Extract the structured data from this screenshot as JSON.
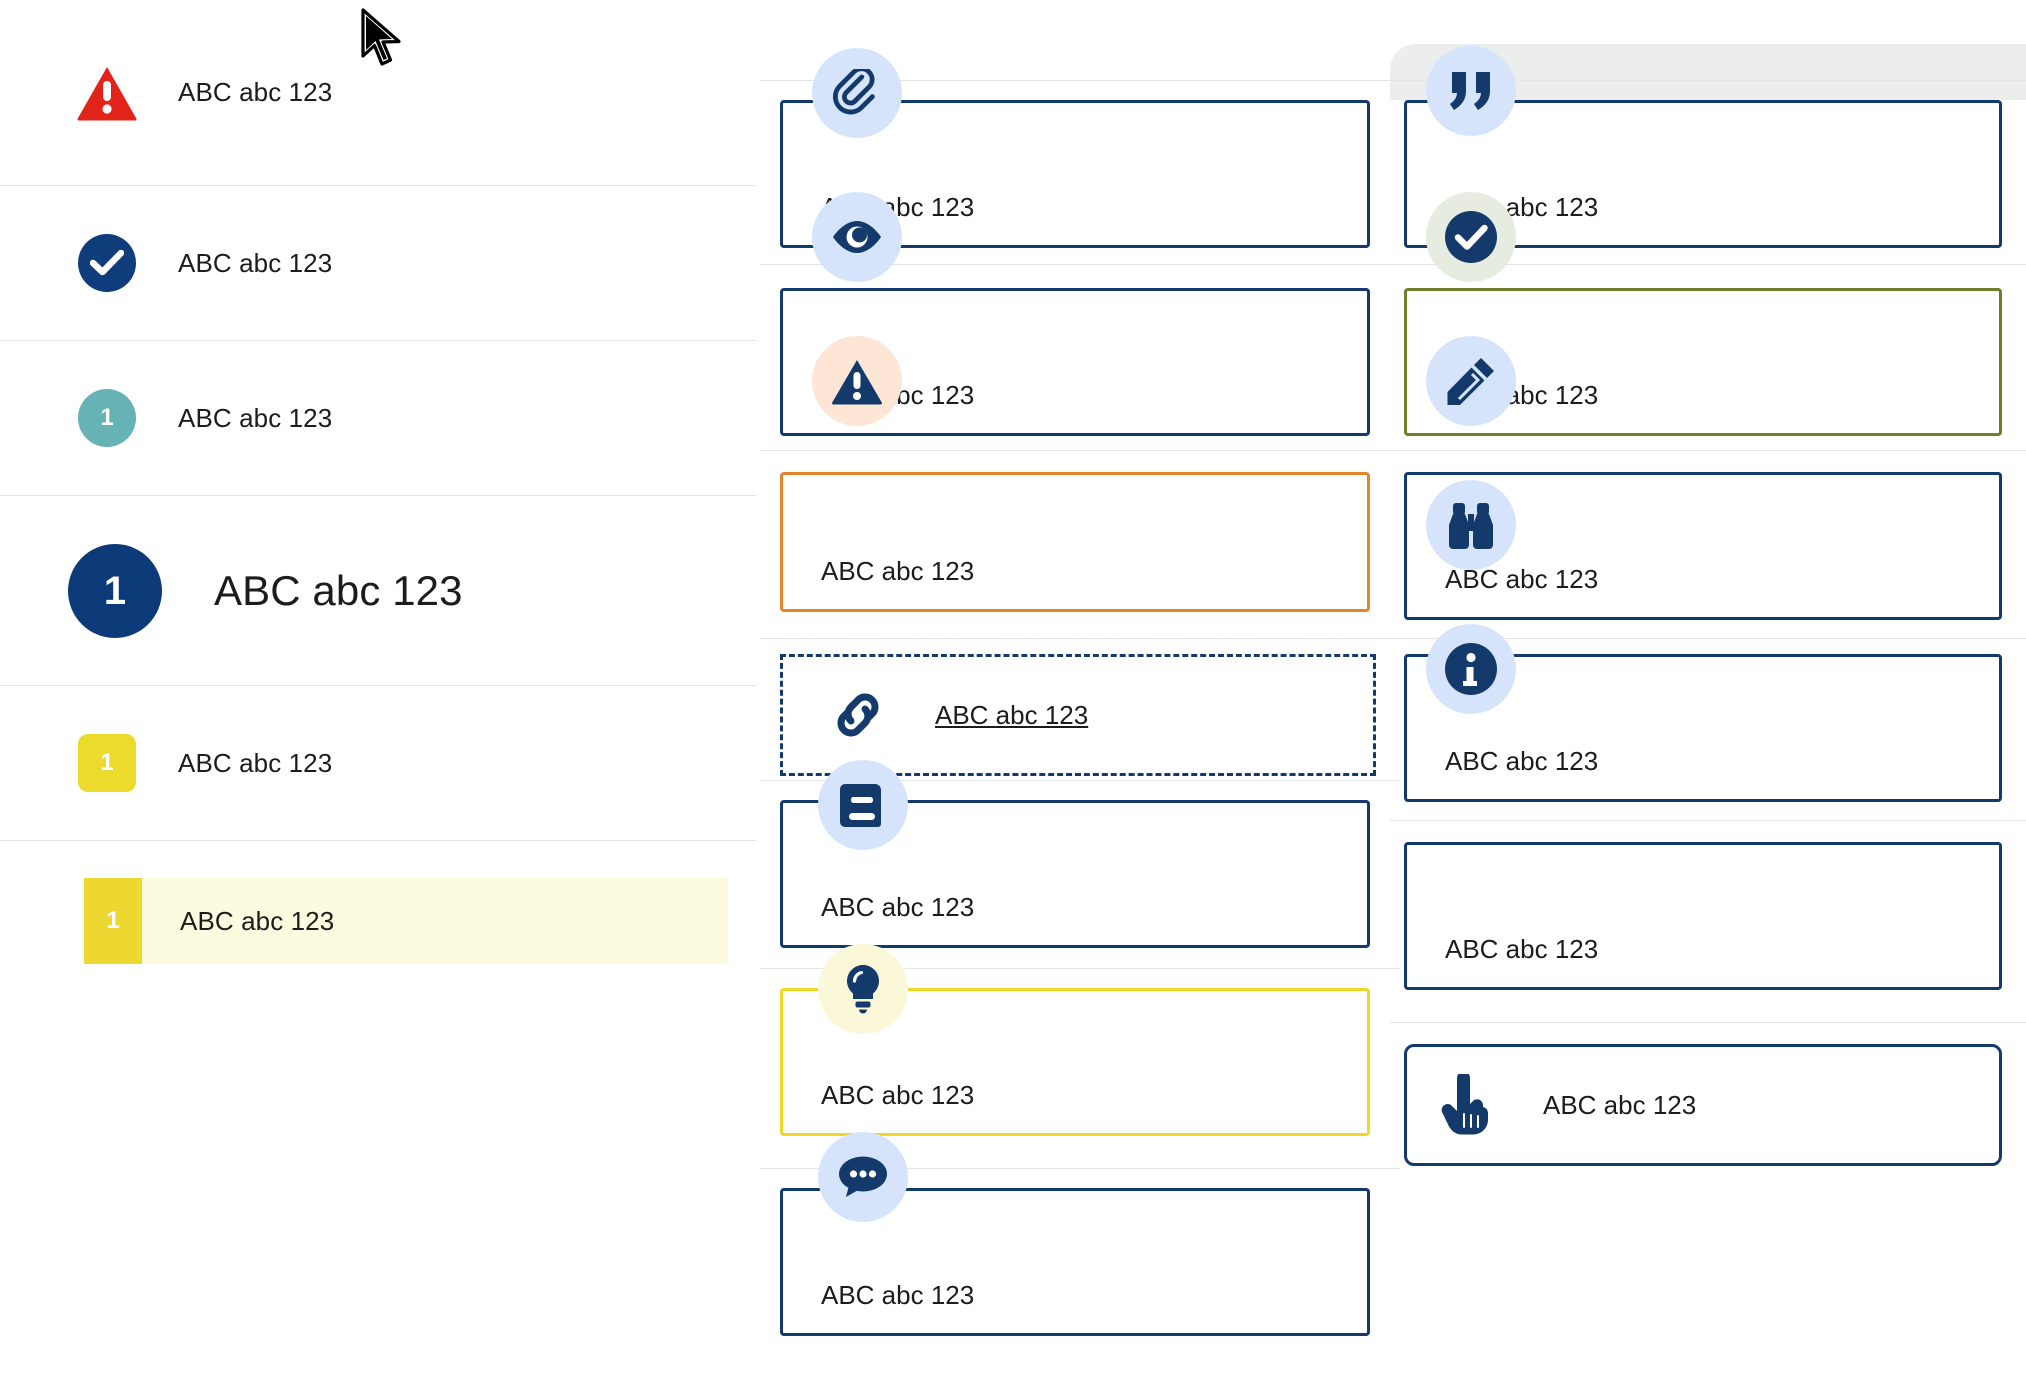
{
  "left_list": {
    "items": [
      {
        "id": "alert-error",
        "label": "ABC abc 123",
        "badge": "triangle-alert",
        "number": ""
      },
      {
        "id": "check-navy",
        "label": "ABC abc 123",
        "badge": "check-circle",
        "number": ""
      },
      {
        "id": "num-teal",
        "label": "ABC abc 123",
        "badge": "circle-number",
        "number": "1"
      },
      {
        "id": "num-navy-large",
        "label": "ABC abc 123",
        "badge": "circle-number-large",
        "number": "1"
      },
      {
        "id": "num-yellow",
        "label": "ABC abc 123",
        "badge": "square-number",
        "number": "1"
      },
      {
        "id": "num-yellow-hl",
        "label": "ABC abc 123",
        "badge": "square-number-flat",
        "number": "1"
      }
    ]
  },
  "middle_column": {
    "cards": [
      {
        "id": "attachment",
        "label": "ABC abc 123",
        "icon": "paperclip-icon",
        "style": "navy",
        "bubble": "blue"
      },
      {
        "id": "preview",
        "label": "ABC abc 123",
        "icon": "eye-icon",
        "style": "navy",
        "bubble": "blue"
      },
      {
        "id": "warning",
        "label": "ABC abc 123",
        "icon": "warning-triangle-icon",
        "style": "orange",
        "bubble": "peach"
      },
      {
        "id": "link",
        "label": "ABC abc 123",
        "icon": "link-chain-icon",
        "style": "dashed",
        "bubble": "none"
      },
      {
        "id": "glossary",
        "label": "ABC abc 123",
        "icon": "book-icon",
        "style": "navy",
        "bubble": "blue"
      },
      {
        "id": "tip",
        "label": "ABC abc 123",
        "icon": "lightbulb-icon",
        "style": "yellow",
        "bubble": "paleyellow"
      },
      {
        "id": "comment",
        "label": "ABC abc 123",
        "icon": "speech-bubble-icon",
        "style": "navy",
        "bubble": "blue"
      }
    ]
  },
  "right_column": {
    "cards": [
      {
        "id": "quote",
        "label": "ABC abc 123",
        "icon": "quote-icon",
        "style": "navy",
        "bubble": "blue"
      },
      {
        "id": "success",
        "label": "ABC abc 123",
        "icon": "check-circle-icon",
        "style": "green",
        "bubble": "palegreen"
      },
      {
        "id": "edit",
        "label": "ABC abc 123",
        "icon": "pencil-icon",
        "style": "navy",
        "bubble": "blue"
      },
      {
        "id": "observe",
        "label": "ABC abc 123",
        "icon": "binoculars-icon",
        "style": "navy",
        "bubble": "blue"
      },
      {
        "id": "info",
        "label": "ABC abc 123",
        "icon": "info-circle-icon",
        "style": "navy",
        "bubble": "blue"
      },
      {
        "id": "interact",
        "label": "ABC abc 123",
        "icon": "pointing-hand-icon",
        "style": "rounded",
        "bubble": "none"
      }
    ]
  },
  "colors": {
    "navy": "#143a6b",
    "navy_deep": "#0d3b79",
    "red": "#e2231a",
    "teal": "#67b2b4",
    "yellow": "#ecdb2d",
    "orange": "#e3852b",
    "green": "#6a8029",
    "bubble_blue": "#d6e4fb",
    "bubble_peach": "#fde6d5",
    "bubble_paleyellow": "#fbf7d9",
    "bubble_palegreen": "#e7ece0",
    "highlight_row": "#fcfadf",
    "separator": "#e3e3e3"
  }
}
